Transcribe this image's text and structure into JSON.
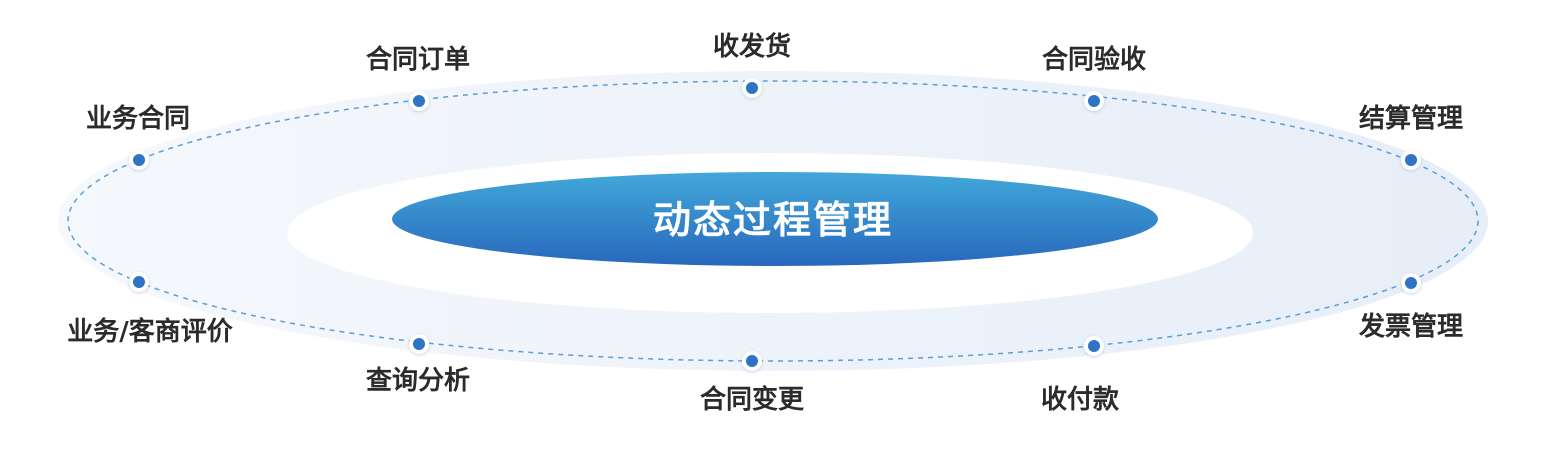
{
  "center": {
    "label": "动态过程管理"
  },
  "nodes": [
    {
      "id": "business-contract",
      "label": "业务合同"
    },
    {
      "id": "contract-order",
      "label": "合同订单"
    },
    {
      "id": "shipping-receiving",
      "label": "收发货"
    },
    {
      "id": "contract-acceptance",
      "label": "合同验收"
    },
    {
      "id": "settlement-management",
      "label": "结算管理"
    },
    {
      "id": "invoice-management",
      "label": "发票管理"
    },
    {
      "id": "payment-collection",
      "label": "收付款"
    },
    {
      "id": "contract-change",
      "label": "合同变更"
    },
    {
      "id": "query-analysis",
      "label": "查询分析"
    },
    {
      "id": "business-client-evaluation",
      "label": "业务/客商评价"
    }
  ],
  "colors": {
    "node_dot": "#2d74c4",
    "dashed_ring": "#5b9fd6",
    "outer_band_left": "#f2f6fb",
    "outer_band_right": "#e8eff8",
    "center_top": "#3fa3d6",
    "center_bottom": "#2a6fc0",
    "label_text": "#2b2b2b"
  }
}
